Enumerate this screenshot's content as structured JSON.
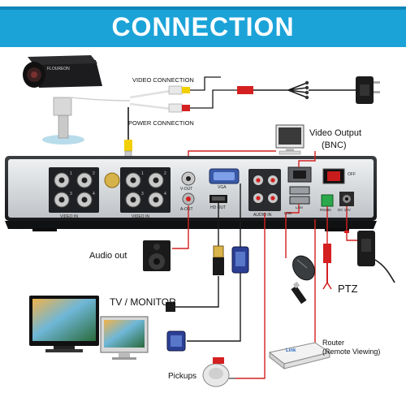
{
  "title": "CONNECTION",
  "colors": {
    "banner": "#1ba3d8",
    "wire_red": "#d42020",
    "wire_black": "#1a1a1a",
    "dvr_body": "#26282b",
    "dvr_panel": "#d9dcdf"
  },
  "camera": {
    "brand": "FLOUREON"
  },
  "cable_labels": {
    "video": "VIDEO CONNECTION",
    "power": "POWER CONNECTION"
  },
  "outputs": {
    "video_output": "Video Output",
    "video_output_sub": "(BNC)"
  },
  "dvr_labels": {
    "video_in": "VIDEO IN",
    "video_in_2": "VIDEO IN",
    "v_out": "V-OUT",
    "a_out": "A-OUT",
    "vga": "VGA",
    "hd_out": "HD OUT",
    "audio_in": "AUDIO IN",
    "lan": "LAN",
    "usb": "USB",
    "rs485": "RS485",
    "dc": "DC 12V",
    "off": "OFF",
    "ch": [
      "1",
      "2",
      "3",
      "4",
      "1",
      "2",
      "3",
      "4"
    ]
  },
  "devices": {
    "audio_out": "Audio out",
    "tv_monitor": "TV / MONITOR",
    "ptz": "PTZ",
    "router": "Router",
    "router_sub": "(Remote Viewing)",
    "router_brand": "Link",
    "pickups": "Pickups"
  }
}
